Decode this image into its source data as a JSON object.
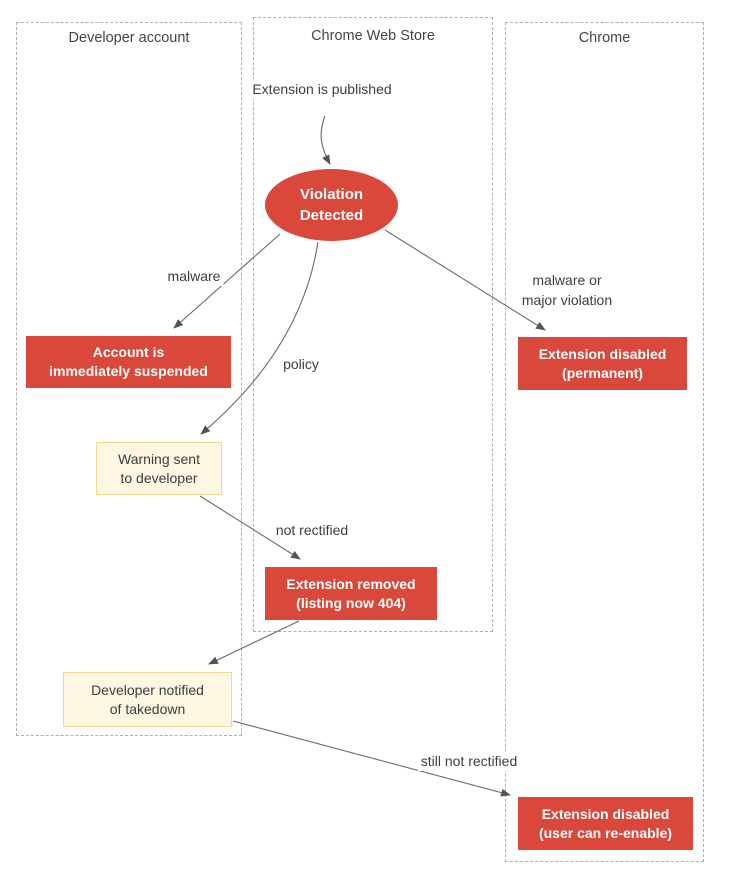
{
  "colors": {
    "node_red": "#d9483b",
    "node_red_text": "#ffffff",
    "node_yellow_bg": "#fdf6e0",
    "node_yellow_border": "#f1d994",
    "lane_border": "#b0b0b0",
    "text_dark": "#3c4043",
    "arrow_line": "#6b6b6b",
    "arrow_head": "#545454"
  },
  "lanes": [
    {
      "title": "Developer account"
    },
    {
      "title": "Chrome Web Store"
    },
    {
      "title": "Chrome"
    }
  ],
  "nodes": {
    "published": {
      "lines": [
        "Extension is",
        "published"
      ]
    },
    "violation": {
      "lines": [
        "Violation",
        "Detected"
      ]
    },
    "suspended": {
      "lines": [
        "Account is",
        "immediately suspended"
      ]
    },
    "disabled_permanent": {
      "lines": [
        "Extension disabled",
        "(permanent)"
      ]
    },
    "warning": {
      "lines": [
        "Warning sent",
        "to developer"
      ]
    },
    "removed": {
      "lines": [
        "Extension removed",
        "(listing now 404)"
      ]
    },
    "notified": {
      "lines": [
        "Developer notified",
        "of takedown"
      ]
    },
    "disabled_reenable": {
      "lines": [
        "Extension disabled",
        "(user can re-enable)"
      ]
    }
  },
  "edge_labels": {
    "malware": "malware",
    "policy": "policy",
    "malware_major": {
      "lines": [
        "malware or",
        "major violation"
      ]
    },
    "not_rectified": "not rectified",
    "still_not_rectified": "still not rectified"
  }
}
